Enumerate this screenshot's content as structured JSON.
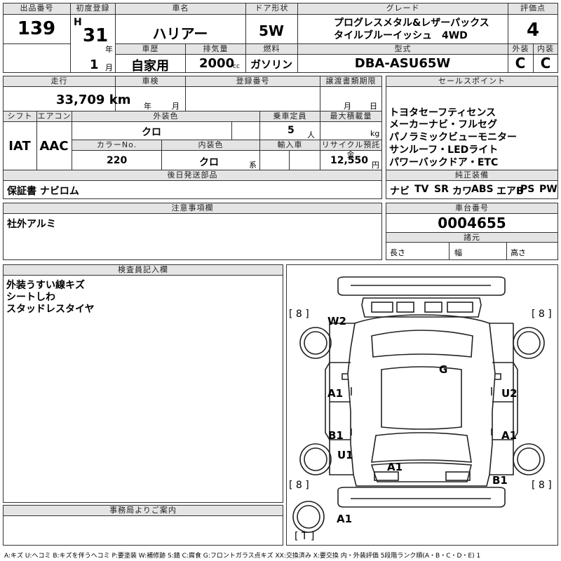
{
  "header": {
    "lot_no_label": "出品番号",
    "lot_no": "139",
    "first_reg_label": "初度登録",
    "era": "H",
    "year": "31",
    "year_unit": "年",
    "month": "1",
    "month_unit": "月",
    "car_name_label": "車名",
    "car_name": "ハリアー",
    "door_label": "ドア形状",
    "door": "5W",
    "grade_label": "グレード",
    "grade_line1": "プログレスメタル&レザーパックス",
    "grade_line2": "タイルブルーイッシュ　4WD",
    "score_label": "評価点",
    "score": "4",
    "history_label": "車歴",
    "history": "自家用",
    "displacement_label": "排気量",
    "displacement": "2000",
    "displacement_unit": "cc",
    "fuel_label": "燃料",
    "fuel": "ガソリン",
    "model_label": "型式",
    "model": "DBA-ASU65W",
    "exterior_label": "外装",
    "exterior": "C",
    "interior_label": "内装",
    "interior": "C"
  },
  "row2": {
    "mileage_label": "走行",
    "mileage": "33,709 km",
    "inspection_label": "車検",
    "year_unit": "年",
    "month_unit": "月",
    "reg_no_label": "登録番号",
    "transfer_label": "譲渡書類期限",
    "shift_label": "シフト",
    "shift": "IAT",
    "ac_label": "エアコン",
    "ac": "AAC",
    "ext_color_label": "外装色",
    "ext_color": "クロ",
    "capacity_label": "乗車定員",
    "capacity": "5",
    "capacity_unit": "人",
    "max_load_label": "最大積載量",
    "max_load_unit": "kg",
    "color_no_label": "カラーNo.",
    "color_no": "220",
    "int_color_label": "内装色",
    "int_color": "クロ",
    "int_color_unit": "系",
    "import_label": "輸入車",
    "recycle_label": "リサイクル預託金",
    "recycle": "12,550",
    "recycle_unit": "円",
    "later_label": "後日発送部品",
    "later": "保証書 ナビロム"
  },
  "sales": {
    "label": "セールスポイント",
    "points": [
      "トヨタセーフティセンス",
      "メーカーナビ・フルセグ",
      "パノラミックビューモニター",
      "サンルーフ・LEDライト",
      "パワーバックドア・ETC"
    ],
    "equip_label": "純正装備",
    "equip": [
      "ナビ",
      "TV",
      "SR",
      "カワ",
      "ABS",
      "エアB",
      "PS",
      "PW"
    ]
  },
  "notes": {
    "label": "注意事項欄",
    "text": "社外アルミ",
    "chassis_label": "車台番号",
    "chassis": "0004655",
    "specs_label": "諸元",
    "length_label": "長さ",
    "width_label": "幅",
    "height_label": "高さ"
  },
  "inspector": {
    "label": "検査員記入欄",
    "lines": [
      "外装うすい線キズ",
      "シートしわ",
      "スタッドレスタイヤ"
    ]
  },
  "office": {
    "label": "事務局よりご案内"
  },
  "diagram": {
    "tire_labels": [
      "[ 8 ]",
      "[ 8 ]",
      "[ 8 ]",
      "[ 8 ]",
      "[ T ]"
    ],
    "marks": [
      "W2",
      "G",
      "A1",
      "U2",
      "B1",
      "A1",
      "U1",
      "A1",
      "B1",
      "A1"
    ]
  },
  "legend": "A:キズ U:ヘコミ B:キズを伴うヘコミ P:要塗装 W:補修跡 S:錆 C:腐食 G:フロントガラス点キズ XX:交換済み X:要交換 内・外装評価 5段階ランク順(A・B・C・D・E) 1"
}
